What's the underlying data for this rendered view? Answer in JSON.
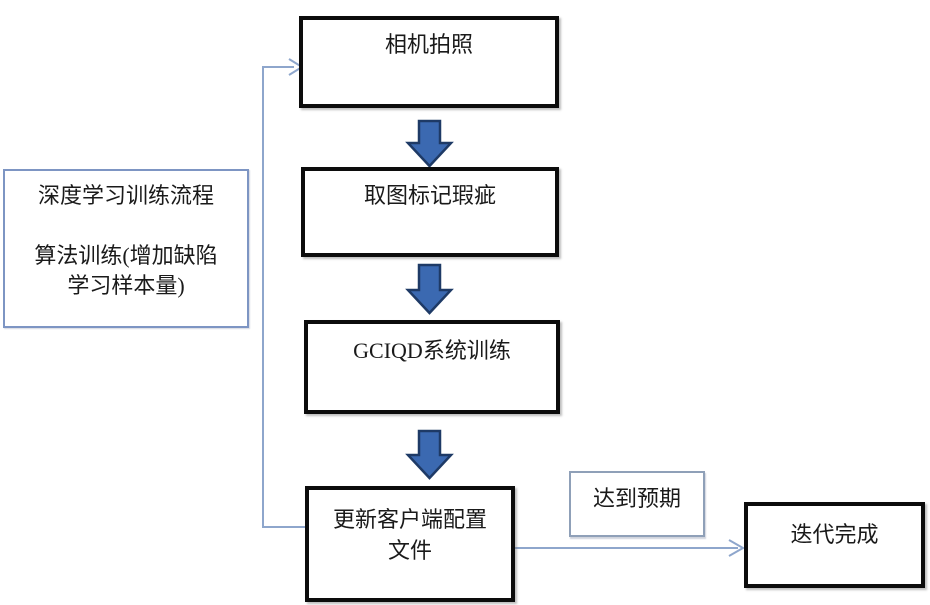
{
  "flowchart": {
    "nodes": {
      "camera": {
        "label": "相机拍照"
      },
      "mark_defects": {
        "label": "取图标记瑕疵"
      },
      "gciqd_training": {
        "label": "GCIQD系统训练"
      },
      "update_config": {
        "line1": "更新客户端配置",
        "line2": "文件"
      },
      "iteration_done": {
        "label": "迭代完成"
      }
    },
    "annotations": {
      "note_line1": "深度学习训练流程",
      "note_line2": "算法训练(增加缺陷",
      "note_line3": "学习样本量)",
      "branch_condition": "达到预期"
    },
    "colors": {
      "process_box_border": "#0c0c0c",
      "note_box_border": "#7d95c3",
      "condition_box_border": "#8fa0b8",
      "block_arrow_fill": "#3b69b1",
      "block_arrow_stroke": "#1e3a66",
      "connector_line": "#8ea6cc"
    }
  }
}
